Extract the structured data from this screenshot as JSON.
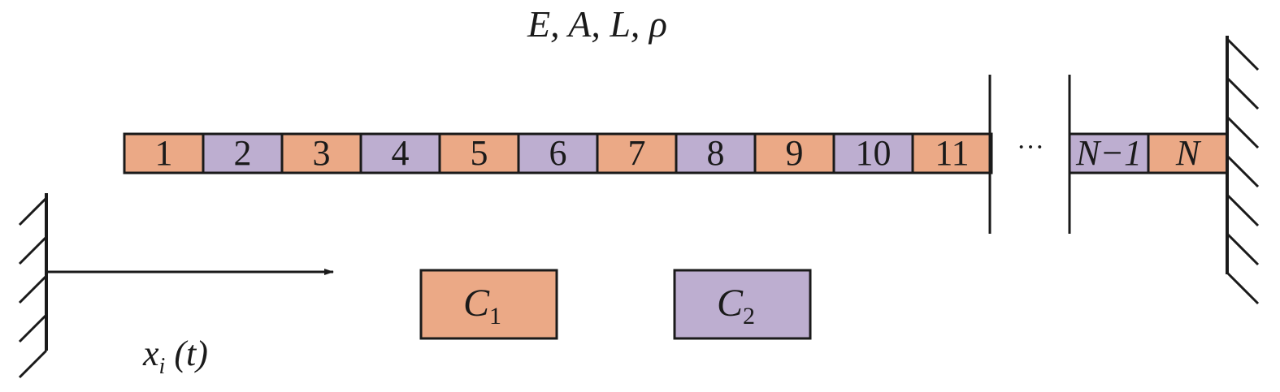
{
  "params_label": "E, A, L, ρ",
  "beam": {
    "segments": [
      {
        "label": "1",
        "italic": false,
        "material": "C1"
      },
      {
        "label": "2",
        "italic": false,
        "material": "C2"
      },
      {
        "label": "3",
        "italic": false,
        "material": "C1"
      },
      {
        "label": "4",
        "italic": false,
        "material": "C2"
      },
      {
        "label": "5",
        "italic": false,
        "material": "C1"
      },
      {
        "label": "6",
        "italic": false,
        "material": "C2"
      },
      {
        "label": "7",
        "italic": false,
        "material": "C1"
      },
      {
        "label": "8",
        "italic": false,
        "material": "C2"
      },
      {
        "label": "9",
        "italic": false,
        "material": "C1"
      },
      {
        "label": "10",
        "italic": false,
        "material": "C2"
      },
      {
        "label": "11",
        "italic": false,
        "material": "C1"
      }
    ],
    "tail_segments": [
      {
        "label": "N−1",
        "italic": true,
        "material": "C2"
      },
      {
        "label": "N",
        "italic": true,
        "material": "C1"
      }
    ],
    "ellipsis": "···"
  },
  "input": {
    "symbol": "x",
    "subscript": "i",
    "argument": " (t)"
  },
  "legend": [
    {
      "symbol": "C",
      "subscript": "1",
      "material": "C1"
    },
    {
      "symbol": "C",
      "subscript": "2",
      "material": "C2"
    }
  ],
  "colors": {
    "C1": "#eba986",
    "C2": "#bdaed0",
    "line": "#1a1a1a"
  }
}
